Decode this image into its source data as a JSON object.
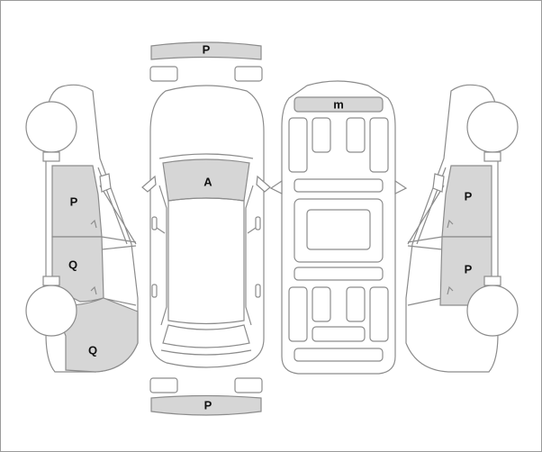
{
  "colors": {
    "shaded_panel": "#d6d6d6",
    "outline": "#8c8c8c",
    "background": "#ffffff"
  },
  "labels": {
    "front_bumper": "P",
    "windshield": "A",
    "roof": "m",
    "left_front_door": "P",
    "left_rear_door": "Q",
    "left_rear_quarter": "Q",
    "right_front_door": "P",
    "right_rear_door": "P",
    "rear_bumper": "P"
  }
}
